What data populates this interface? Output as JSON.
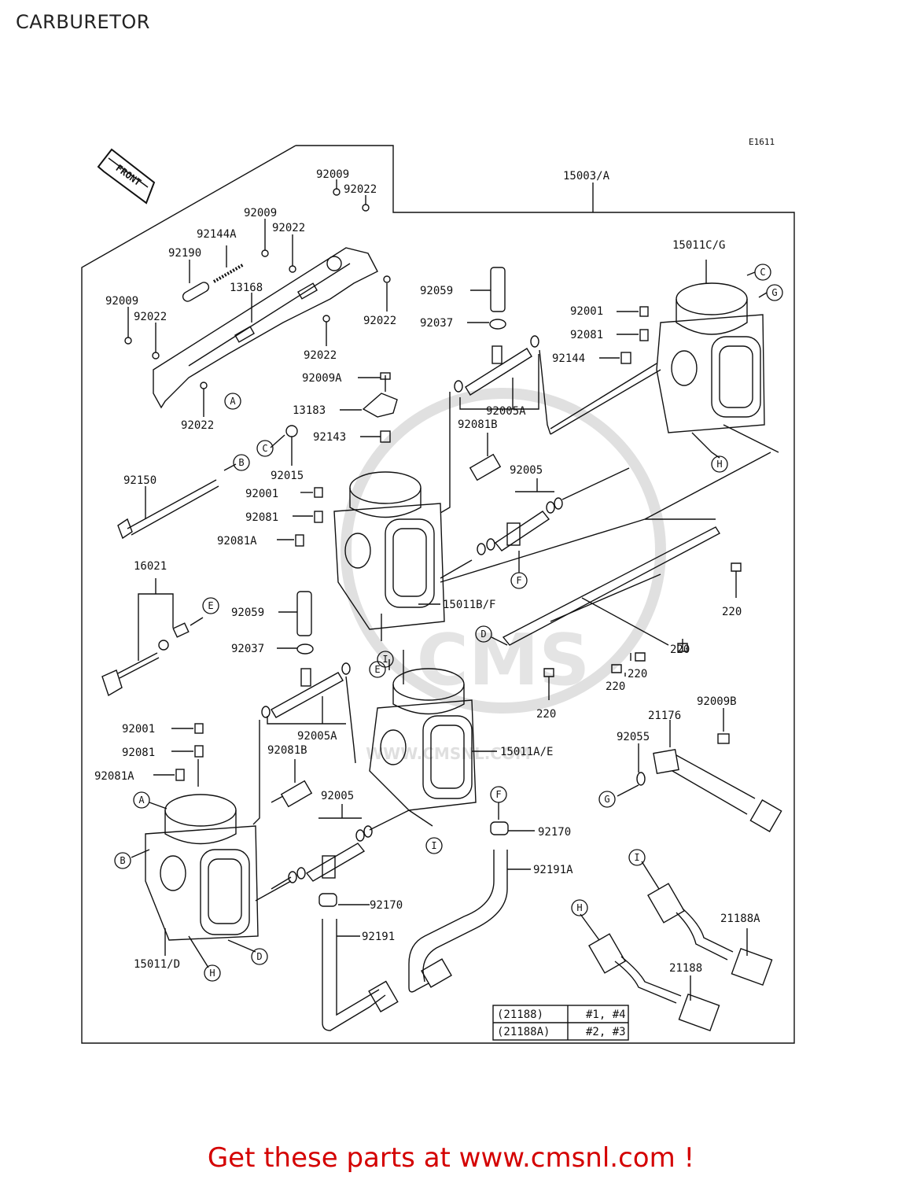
{
  "page": {
    "title": "CARBURETOR"
  },
  "diagram": {
    "code": "E1611",
    "front_label": "FRONT",
    "watermark": "CMS",
    "watermark_url": "WWW.CMSNL.COM",
    "labels": {
      "p15003A": "15003/A",
      "p92009_top": "92009",
      "p92022_top": "92022",
      "p92009_b": "92009",
      "p92022_b": "92022",
      "p92144A": "92144A",
      "p92190": "92190",
      "p13168": "13168",
      "p92009_c": "92009",
      "p92022_c": "92022",
      "p92022_d": "92022",
      "p92022_e": "92022",
      "p92022_f": "92022",
      "p92059_top": "92059",
      "p92037_top": "92037",
      "p15011CG": "15011C/G",
      "p92001_r": "92001",
      "p92081_r": "92081",
      "p92144": "92144",
      "p92009A": "92009A",
      "p13183": "13183",
      "p92143": "92143",
      "p92005A_top": "92005A",
      "p92081B_top": "92081B",
      "p92005_top": "92005",
      "p92015": "92015",
      "p92150": "92150",
      "p92001_m": "92001",
      "p92081_m": "92081",
      "p92081A_m": "92081A",
      "p16021": "16021",
      "p15011BF": "15011B/F",
      "p92059_m": "92059",
      "p92037_m": "92037",
      "p220_a": "220",
      "p220_b": "220",
      "p220_c": "220",
      "p220_d": "220",
      "p220_e": "220",
      "p92005A_m": "92005A",
      "p92081B_m": "92081B",
      "p15011AE": "15011A/E",
      "p92001_l": "92001",
      "p92081_l": "92081",
      "p92081A_l": "92081A",
      "p92005_m": "92005",
      "p21176": "21176",
      "p92009B": "92009B",
      "p92055": "92055",
      "p92170_r": "92170",
      "p92191A": "92191A",
      "p92170_l": "92170",
      "p92191": "92191",
      "p15011D": "15011/D",
      "p21188A": "21188A",
      "p21188": "21188"
    },
    "circles": [
      "A",
      "B",
      "C",
      "D",
      "E",
      "F",
      "G",
      "H",
      "I"
    ],
    "table": {
      "rows": [
        {
          "part": "(21188)",
          "cyl": "#1, #4"
        },
        {
          "part": "(21188A)",
          "cyl": "#2, #3"
        }
      ]
    }
  },
  "footer": {
    "text": "Get these parts at www.cmsnl.com !"
  }
}
